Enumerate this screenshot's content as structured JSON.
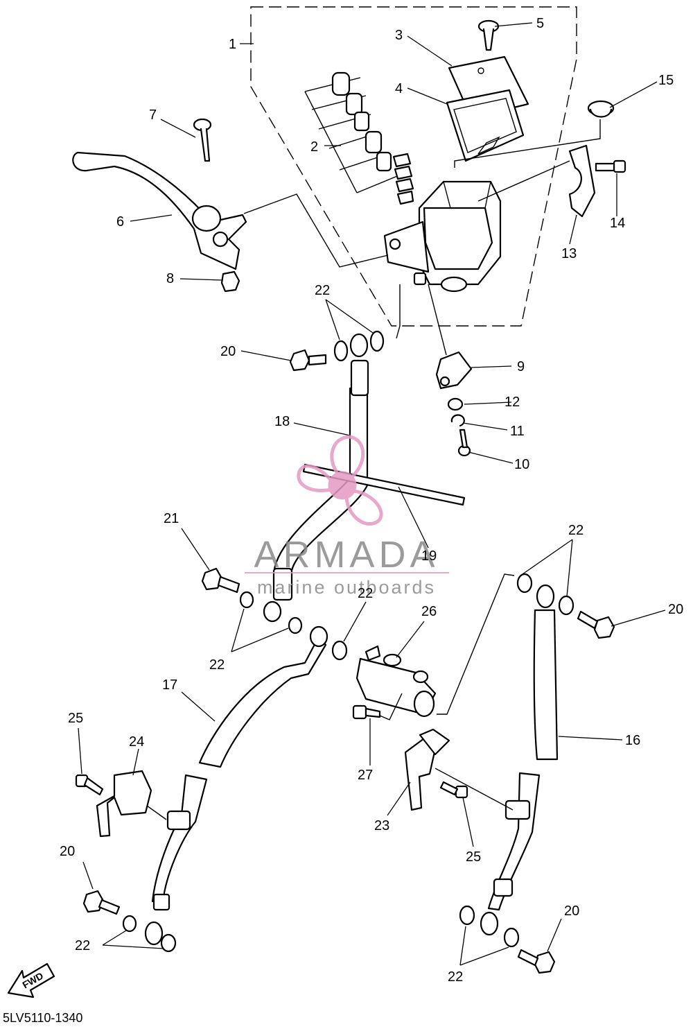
{
  "diagram_code": "5LV5110-1340",
  "fwd_label": "FWD",
  "watermark": {
    "brand": "ARMADA",
    "tagline": "marine outboards",
    "brand_color": "#8a8a8a",
    "accent_color": "#e39ac4"
  },
  "callouts": [
    {
      "id": "c1",
      "text": "1"
    },
    {
      "id": "c2",
      "text": "2"
    },
    {
      "id": "c3",
      "text": "3"
    },
    {
      "id": "c4",
      "text": "4"
    },
    {
      "id": "c5",
      "text": "5"
    },
    {
      "id": "c6",
      "text": "6"
    },
    {
      "id": "c7",
      "text": "7"
    },
    {
      "id": "c8",
      "text": "8"
    },
    {
      "id": "c9",
      "text": "9"
    },
    {
      "id": "c10",
      "text": "10"
    },
    {
      "id": "c11",
      "text": "11"
    },
    {
      "id": "c12",
      "text": "12"
    },
    {
      "id": "c13",
      "text": "13"
    },
    {
      "id": "c14",
      "text": "14"
    },
    {
      "id": "c15",
      "text": "15"
    },
    {
      "id": "c16",
      "text": "16"
    },
    {
      "id": "c17",
      "text": "17"
    },
    {
      "id": "c18",
      "text": "18"
    },
    {
      "id": "c19",
      "text": "19"
    },
    {
      "id": "c20a",
      "text": "20"
    },
    {
      "id": "c20b",
      "text": "20"
    },
    {
      "id": "c20c",
      "text": "20"
    },
    {
      "id": "c20d",
      "text": "20"
    },
    {
      "id": "c21",
      "text": "21"
    },
    {
      "id": "c22a",
      "text": "22"
    },
    {
      "id": "c22b",
      "text": "22"
    },
    {
      "id": "c22c",
      "text": "22"
    },
    {
      "id": "c22d",
      "text": "22"
    },
    {
      "id": "c22e",
      "text": "22"
    },
    {
      "id": "c22f",
      "text": "22"
    },
    {
      "id": "c23",
      "text": "23"
    },
    {
      "id": "c24",
      "text": "24"
    },
    {
      "id": "c25a",
      "text": "25"
    },
    {
      "id": "c25b",
      "text": "25"
    },
    {
      "id": "c26",
      "text": "26"
    },
    {
      "id": "c27",
      "text": "27"
    }
  ]
}
